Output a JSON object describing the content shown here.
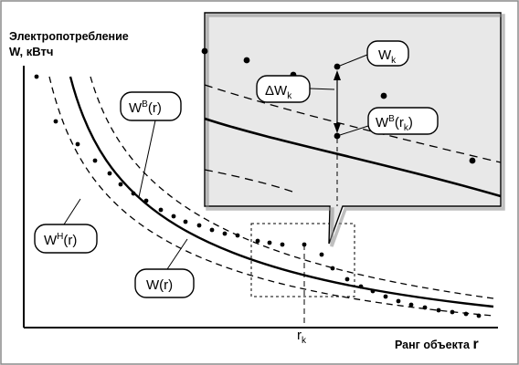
{
  "y_axis_title_line1": "Электропотребление",
  "y_axis_title_line2": "W, кВтч",
  "x_axis_title": "Ранг объекта",
  "x_axis_symbol": "r",
  "rk_label": {
    "main": "r",
    "sub": "k"
  },
  "labels": {
    "w_upper": {
      "main": "W",
      "sup": "B",
      "tail": "(r)"
    },
    "w_lower": {
      "main": "W",
      "sup": "H",
      "tail": "(r)"
    },
    "w_mean": "W(r)"
  },
  "inset_labels": {
    "wk": {
      "main": "W",
      "sub": "k"
    },
    "delta": {
      "main": "ΔW",
      "sub": "k"
    },
    "w_upper_rk": {
      "main": "W",
      "sup": "B",
      "open": "(r",
      "sub": "k",
      "close": ")"
    }
  },
  "colors": {
    "frame": "#8a8a8a",
    "inset_bg": "#e8e8e8",
    "line": "#000000"
  }
}
